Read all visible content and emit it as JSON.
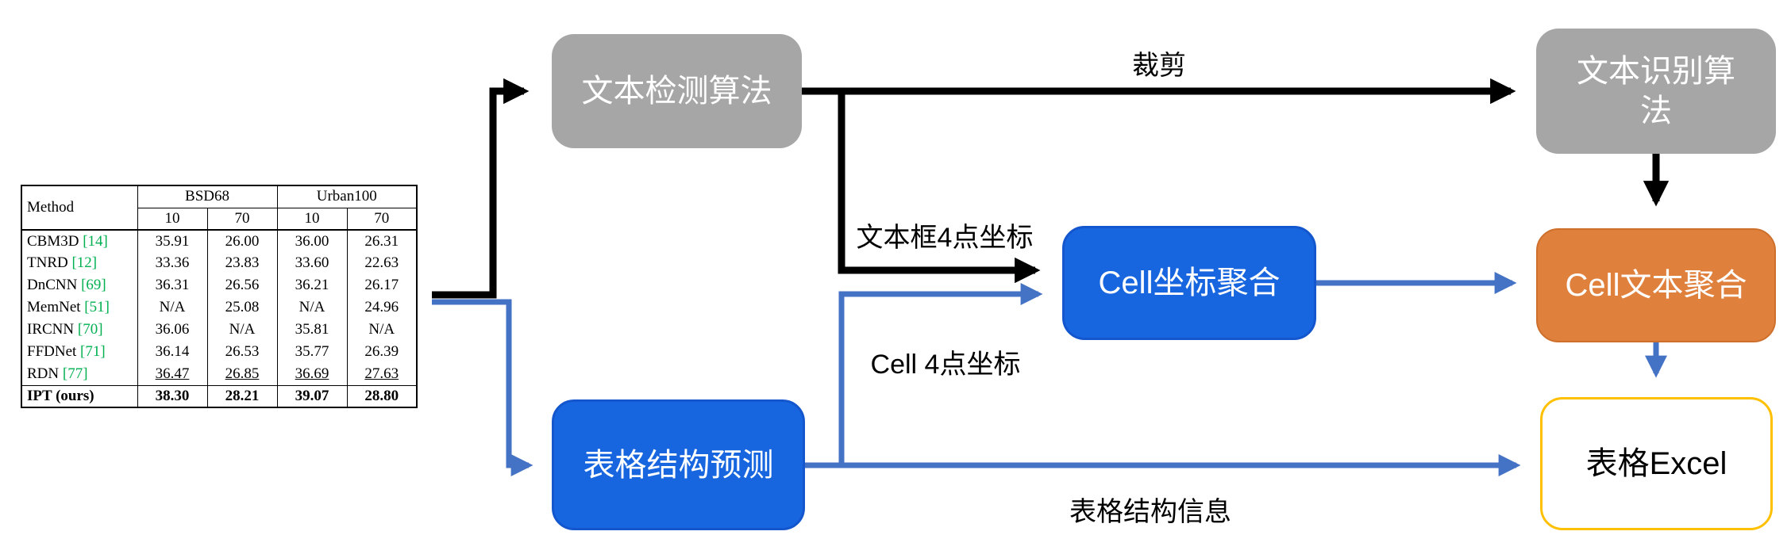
{
  "diagram": {
    "nodes": {
      "text_detection": "文本检测算法",
      "text_recognition": "文本识别算法",
      "cell_coord_agg": "Cell坐标聚合",
      "cell_text_agg": "Cell文本聚合",
      "table_structure": "表格结构预测",
      "table_excel": "表格Excel"
    },
    "edge_labels": {
      "crop": "裁剪",
      "textbox_coords": "文本框4点坐标",
      "cell_coords": "Cell 4点坐标",
      "structure_info": "表格结构信息"
    },
    "colors": {
      "gray_node": "#a6a6a6",
      "blue_node": "#1766df",
      "orange_node": "#e0803d",
      "excel_border": "#ffc000",
      "blue_arrow": "#4472c4",
      "black_arrow": "#000000",
      "citation_green": "#00b050"
    }
  },
  "table": {
    "header": {
      "method": "Method",
      "group1": "BSD68",
      "group2": "Urban100",
      "sub": [
        "10",
        "70",
        "10",
        "70"
      ]
    },
    "rows": [
      {
        "name": "CBM3D",
        "cite": "[14]",
        "values": [
          "35.91",
          "26.00",
          "36.00",
          "26.31"
        ]
      },
      {
        "name": "TNRD",
        "cite": "[12]",
        "values": [
          "33.36",
          "23.83",
          "33.60",
          "22.63"
        ]
      },
      {
        "name": "DnCNN",
        "cite": "[69]",
        "values": [
          "36.31",
          "26.56",
          "36.21",
          "26.17"
        ]
      },
      {
        "name": "MemNet",
        "cite": "[51]",
        "values": [
          "N/A",
          "25.08",
          "N/A",
          "24.96"
        ]
      },
      {
        "name": "IRCNN",
        "cite": "[70]",
        "values": [
          "36.06",
          "N/A",
          "35.81",
          "N/A"
        ]
      },
      {
        "name": "FFDNet",
        "cite": "[71]",
        "values": [
          "36.14",
          "26.53",
          "35.77",
          "26.39"
        ]
      },
      {
        "name": "RDN",
        "cite": "[77]",
        "values": [
          "36.47",
          "26.85",
          "36.69",
          "27.63"
        ]
      },
      {
        "name": "IPT (ours)",
        "cite": "",
        "values": [
          "38.30",
          "28.21",
          "39.07",
          "28.80"
        ]
      }
    ]
  }
}
